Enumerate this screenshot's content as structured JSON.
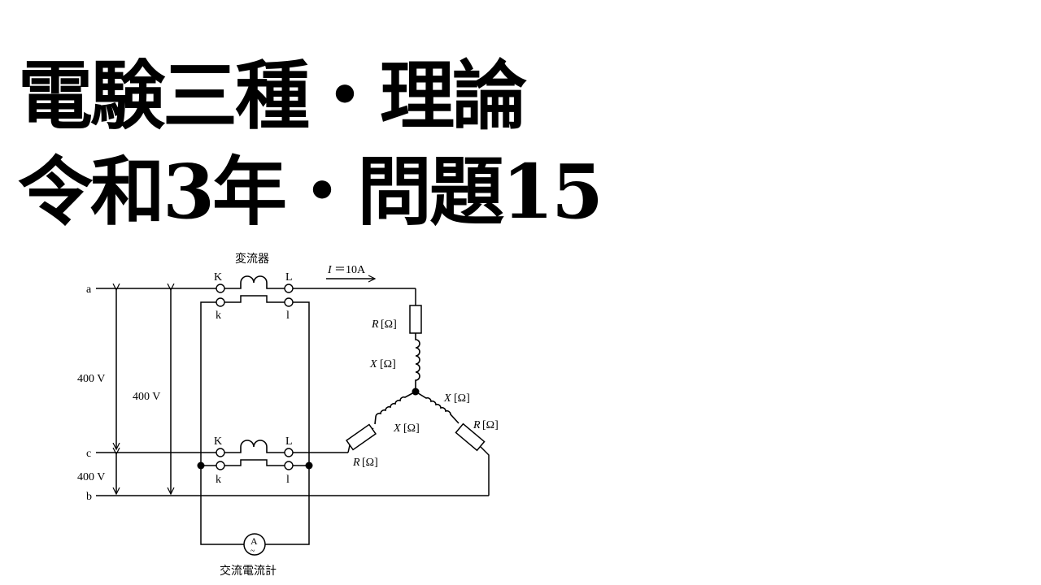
{
  "title": {
    "line1": "電験三種・理論",
    "line2": "令和3年・問題15"
  },
  "diagram": {
    "transformer_label": "変流器",
    "ammeter_label": "交流電流計",
    "ammeter_symbol": "A",
    "ammeter_ac_mark": "~",
    "current_label": "I＝10A",
    "current_symbol": "I",
    "current_value": "＝10A",
    "line_a": "a",
    "line_b": "b",
    "line_c": "c",
    "terminal_K": "K",
    "terminal_L": "L",
    "terminal_k": "k",
    "terminal_l": "l",
    "voltage_ac": "400 V",
    "voltage_ab": "400 V",
    "voltage_cb": "400 V",
    "resistor_symbol": "R",
    "reactor_symbol": "X",
    "unit": "[Ω]"
  }
}
